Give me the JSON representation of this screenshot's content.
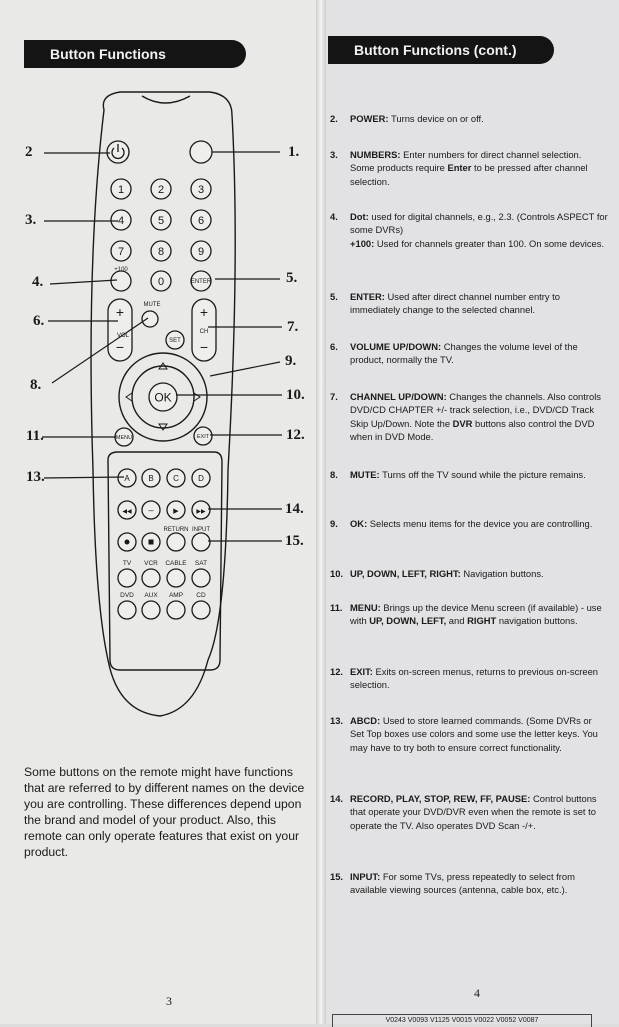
{
  "left_page": {
    "header": "Button Functions",
    "callouts": [
      "1.",
      "2",
      "3.",
      "4.",
      "5.",
      "6.",
      "7.",
      "8.",
      "9.",
      "10.",
      "11.",
      "12.",
      "13.",
      "14.",
      "15."
    ],
    "remote": {
      "digits": [
        "1",
        "2",
        "3",
        "4",
        "5",
        "6",
        "7",
        "8",
        "9",
        "0"
      ],
      "plus100": "+100",
      "enter": "ENTER",
      "mute": "MUTE",
      "vol": "VOL",
      "ch": "CH",
      "set": "SET",
      "ok": "OK",
      "menu": "MENU",
      "exit": "EXIT",
      "letters": [
        "A",
        "B",
        "C",
        "D"
      ],
      "return_label": "RETURN",
      "input_label": "INPUT",
      "device_row1": [
        "TV",
        "VCR",
        "CABLE",
        "SAT"
      ],
      "device_row2": [
        "DVD",
        "AUX",
        "AMP",
        "CD"
      ]
    },
    "note": "Some buttons on the remote might have functions that are referred to by different names on the device you are controlling. These differences depend upon the brand and model of your product. Also, this remote can only operate features that exist on your product.",
    "page_number": "3"
  },
  "right_page": {
    "header": "Button Functions (cont.)",
    "page_number": "4",
    "bottom_code": "V0243 V0093 V1125 V0015 V0022 V0052 V0087",
    "items": [
      {
        "num": "2.",
        "lead": "POWER:",
        "text": " Turns device on or off."
      },
      {
        "num": "3.",
        "lead": "NUMBERS:",
        "text": " Enter numbers for direct channel selection. Some products require ",
        "b2": "Enter",
        "text2": " to be pressed after channel selection."
      },
      {
        "num": "4.",
        "lead": "Dot:",
        "text": " used for digital channels, e.g., 2.3. (Controls ASPECT for some DVRs)",
        "lead2": "+100:",
        "text2": " Used for channels greater than 100. On some devices."
      },
      {
        "num": "5.",
        "lead": "ENTER:",
        "text": " Used after direct channel number entry to immediately change to the selected channel."
      },
      {
        "num": "6.",
        "lead": "VOLUME UP/DOWN:",
        "text": " Changes the volume level of the product, normally the TV."
      },
      {
        "num": "7.",
        "lead": "CHANNEL UP/DOWN:",
        "text": " Changes the channels. Also controls DVD/CD CHAPTER +/- track selection, i.e., DVD/CD Track Skip Up/Down. Note the ",
        "b2": "DVR",
        "text2": " buttons also control the DVD when in DVD Mode."
      },
      {
        "num": "8.",
        "lead": "MUTE:",
        "text": " Turns off the TV sound while the picture remains."
      },
      {
        "num": "9.",
        "lead": "OK:",
        "text": " Selects menu items for the device you are controlling."
      },
      {
        "num": "10.",
        "lead": "UP, DOWN, LEFT, RIGHT:",
        "text": " Navigation buttons."
      },
      {
        "num": "11.",
        "lead": "MENU:",
        "text": " Brings up the device Menu screen (if available) - use with ",
        "b2": "UP, DOWN, LEFT,",
        "text2": " and ",
        "b3": "RIGHT",
        "text3": " navigation buttons."
      },
      {
        "num": "12.",
        "lead": "EXIT:",
        "text": " Exits on-screen menus, returns to previous on-screen selection."
      },
      {
        "num": "13.",
        "lead": "ABCD:",
        "text": " Used to store learned commands. (Some DVRs or Set Top boxes use colors and some use the letter keys. You may have to try both to ensure correct functionality."
      },
      {
        "num": "14.",
        "lead": "RECORD, PLAY, STOP, REW, FF, PAUSE:",
        "text": " Control buttons that operate your DVD/DVR even when the remote is set to operate the TV. Also operates DVD Scan -/+."
      },
      {
        "num": "15.",
        "lead": "INPUT:",
        "text": " For some TVs, press repeatedly to select from available viewing sources (antenna, cable box, etc.)."
      }
    ]
  }
}
